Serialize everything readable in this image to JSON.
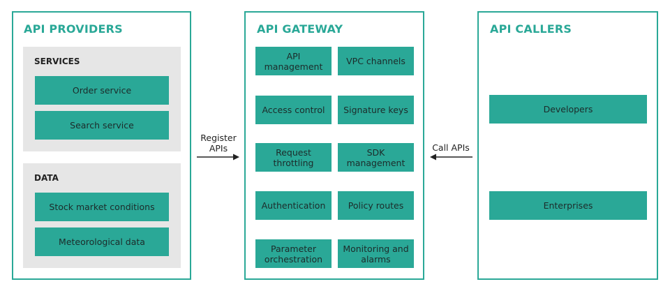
{
  "colors": {
    "accent": "#2aa897",
    "group_bg": "#e6e6e6",
    "text": "#222222"
  },
  "providers": {
    "title": "API PROVIDERS",
    "services": {
      "title": "SERVICES",
      "items": [
        "Order service",
        "Search service"
      ]
    },
    "data": {
      "title": "DATA",
      "items": [
        "Stock market conditions",
        "Meteorological data"
      ]
    }
  },
  "gateway": {
    "title": "API GATEWAY",
    "features": [
      "API\nmanagement",
      "VPC channels",
      "Access control",
      "Signature keys",
      "Request\nthrottling",
      "SDK\nmanagement",
      "Authentication",
      "Policy routes",
      "Parameter\norchestration",
      "Monitoring and\nalarms"
    ]
  },
  "callers": {
    "title": "API CALLERS",
    "items": [
      "Developers",
      "Enterprises"
    ]
  },
  "flows": {
    "register": "Register\nAPIs",
    "call": "Call APIs"
  }
}
